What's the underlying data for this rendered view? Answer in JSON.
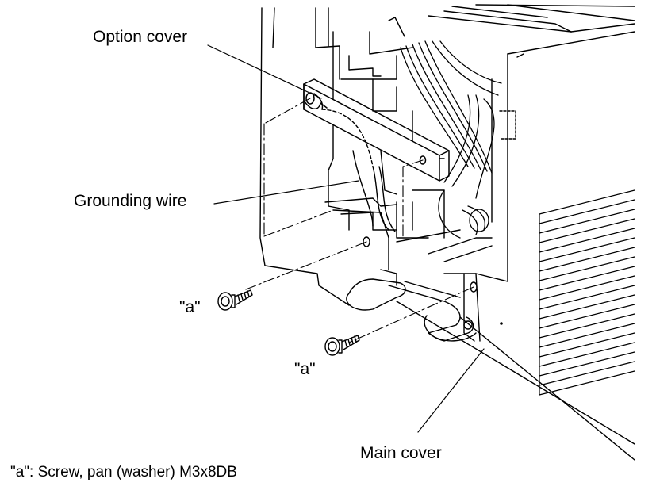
{
  "labels": {
    "option_cover": "Option cover",
    "grounding_wire": "Grounding wire",
    "screw_a_1": "\"a\"",
    "screw_a_2": "\"a\"",
    "main_cover": "Main cover",
    "legend": "\"a\":  Screw, pan (washer) M3x8DB"
  },
  "colors": {
    "line": "#000000",
    "background": "#ffffff"
  }
}
